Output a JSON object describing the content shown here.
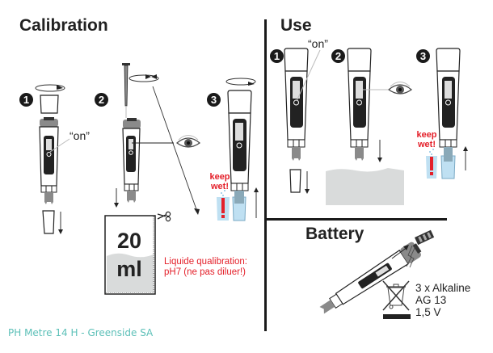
{
  "sections": {
    "calibration": {
      "title": "Calibration"
    },
    "use": {
      "title": "Use"
    },
    "battery": {
      "title": "Battery"
    }
  },
  "steps": {
    "cal_1": "1",
    "cal_2": "2",
    "cal_3": "3",
    "use_1": "1",
    "use_2": "2",
    "use_3": "3"
  },
  "labels": {
    "on_cal": "“on”",
    "on_use": "“on”",
    "keep_wet_cal_line1": "keep",
    "keep_wet_cal_line2": "wet!",
    "keep_wet_use_line1": "keep",
    "keep_wet_use_line2": "wet!",
    "sachet_volume": "20",
    "sachet_unit": "ml",
    "calibration_liquid_line1": "Liquide qualibration:",
    "calibration_liquid_line2": "pH7 (ne pas diluer!)"
  },
  "battery": {
    "line1": "3 x Alkaline",
    "line2": "AG 13",
    "line3": "1,5 V"
  },
  "footer": {
    "text": "PH Metre 14 H - Greenside SA"
  },
  "colors": {
    "text": "#222222",
    "red": "#e4202a",
    "teal": "#5dc0b8",
    "water": "#bfe0f2",
    "grey_liquid": "#d9dbdb",
    "electrode": "#8a8a8a"
  },
  "icons": [
    "rotate-arrow-icon",
    "eye-icon",
    "scissors-icon",
    "arrow-down-icon",
    "arrow-up-icon",
    "recycle-bin-crossed-icon",
    "battery-icon",
    "exclamation-icon"
  ]
}
